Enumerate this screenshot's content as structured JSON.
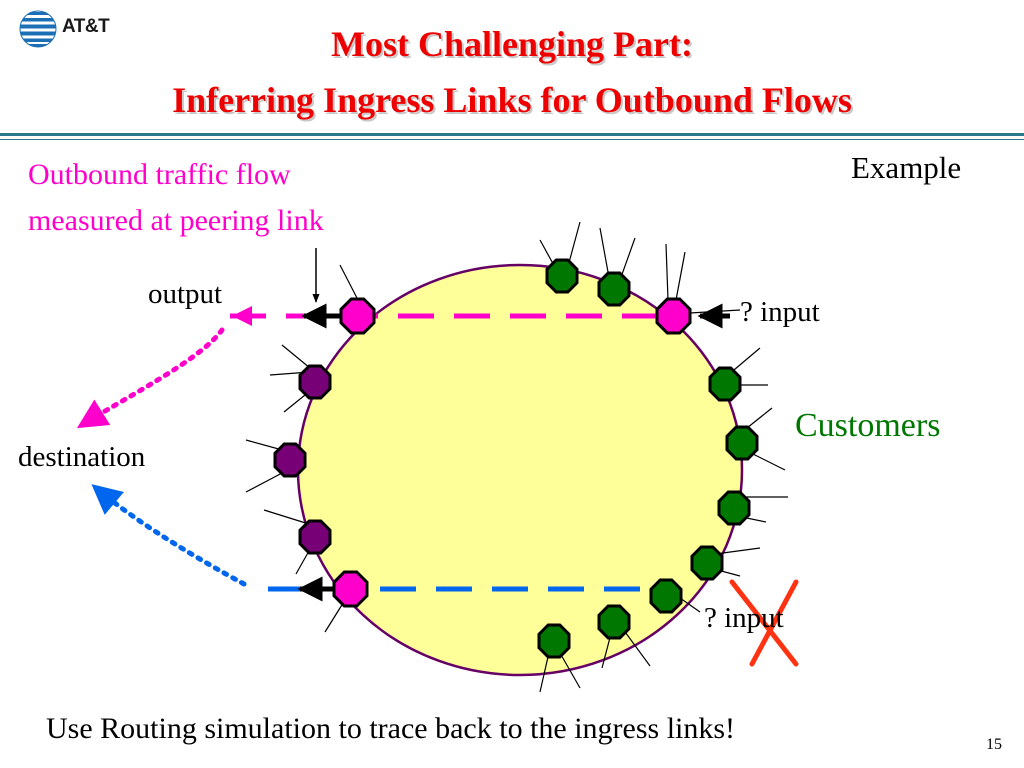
{
  "header": {
    "logo_text": "AT&T",
    "title_line1": "Most Challenging Part:",
    "title_line2": "Inferring Ingress Links for Outbound Flows"
  },
  "labels": {
    "measured_line1": "Outbound traffic flow",
    "measured_line2": "measured at peering link",
    "example": "Example",
    "output": "output",
    "input_top": "? input",
    "input_bottom": "? input",
    "customers": "Customers",
    "destination": "destination"
  },
  "footer": {
    "caption": "Use Routing simulation to trace back to the ingress links!",
    "page_number": "15"
  },
  "colors": {
    "title": "#ee0000",
    "magenta": "#ff00cc",
    "blue": "#0066ee",
    "green_node": "#007700",
    "purple_node": "#770077",
    "ellipse_fill": "#ffff99",
    "ellipse_stroke": "#660066",
    "cross": "#ff3311",
    "divider": "#2a7a8a"
  },
  "icons": {
    "logo": "globe-icon",
    "cross": "cross-icon"
  }
}
